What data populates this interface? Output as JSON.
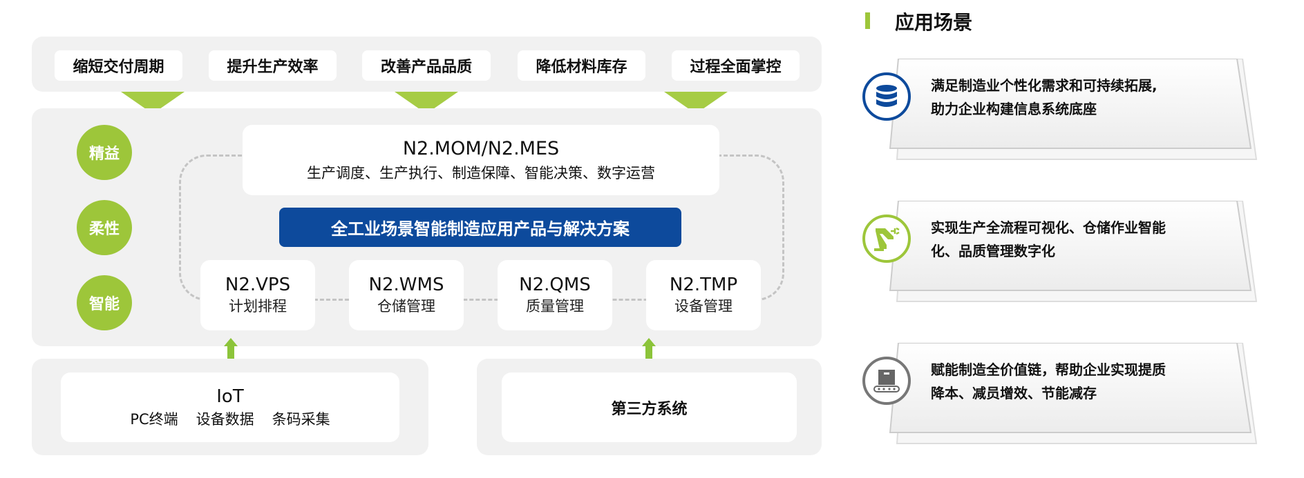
{
  "goals": [
    "缩短交付周期",
    "提升生产效率",
    "改善产品品质",
    "降低材料库存",
    "过程全面掌控"
  ],
  "pillars": [
    "精益",
    "柔性",
    "智能"
  ],
  "mom": {
    "title": "N2.MOM/N2.MES",
    "subtitle": "生产调度、生产执行、制造保障、智能决策、数字运营"
  },
  "banner": "全工业场景智能制造应用产品与解决方案",
  "modules": [
    {
      "title": "N2.VPS",
      "subtitle": "计划排程"
    },
    {
      "title": "N2.WMS",
      "subtitle": "仓储管理"
    },
    {
      "title": "N2.QMS",
      "subtitle": "质量管理"
    },
    {
      "title": "N2.TMP",
      "subtitle": "设备管理"
    }
  ],
  "iot": {
    "title": "IoT",
    "items": [
      "PC终端",
      "设备数据",
      "条码采集"
    ]
  },
  "third_party": "第三方系统",
  "scenarios": {
    "title": "应用场景",
    "items": [
      {
        "icon": "database-icon",
        "lines": [
          "满足制造业个性化需求和可持续拓展,",
          "助力企业构建信息系统底座"
        ]
      },
      {
        "icon": "robot-arm-icon",
        "lines": [
          "实现生产全流程可视化、仓储作业智能",
          "化、品质管理数字化"
        ]
      },
      {
        "icon": "conveyor-icon",
        "lines": [
          "赋能制造全价值链，帮助企业实现提质",
          "降本、减员增效、节能减存"
        ]
      }
    ]
  },
  "colors": {
    "green": "#9dc63a",
    "blue": "#0d4a9c",
    "panel": "#f1f1f1"
  }
}
